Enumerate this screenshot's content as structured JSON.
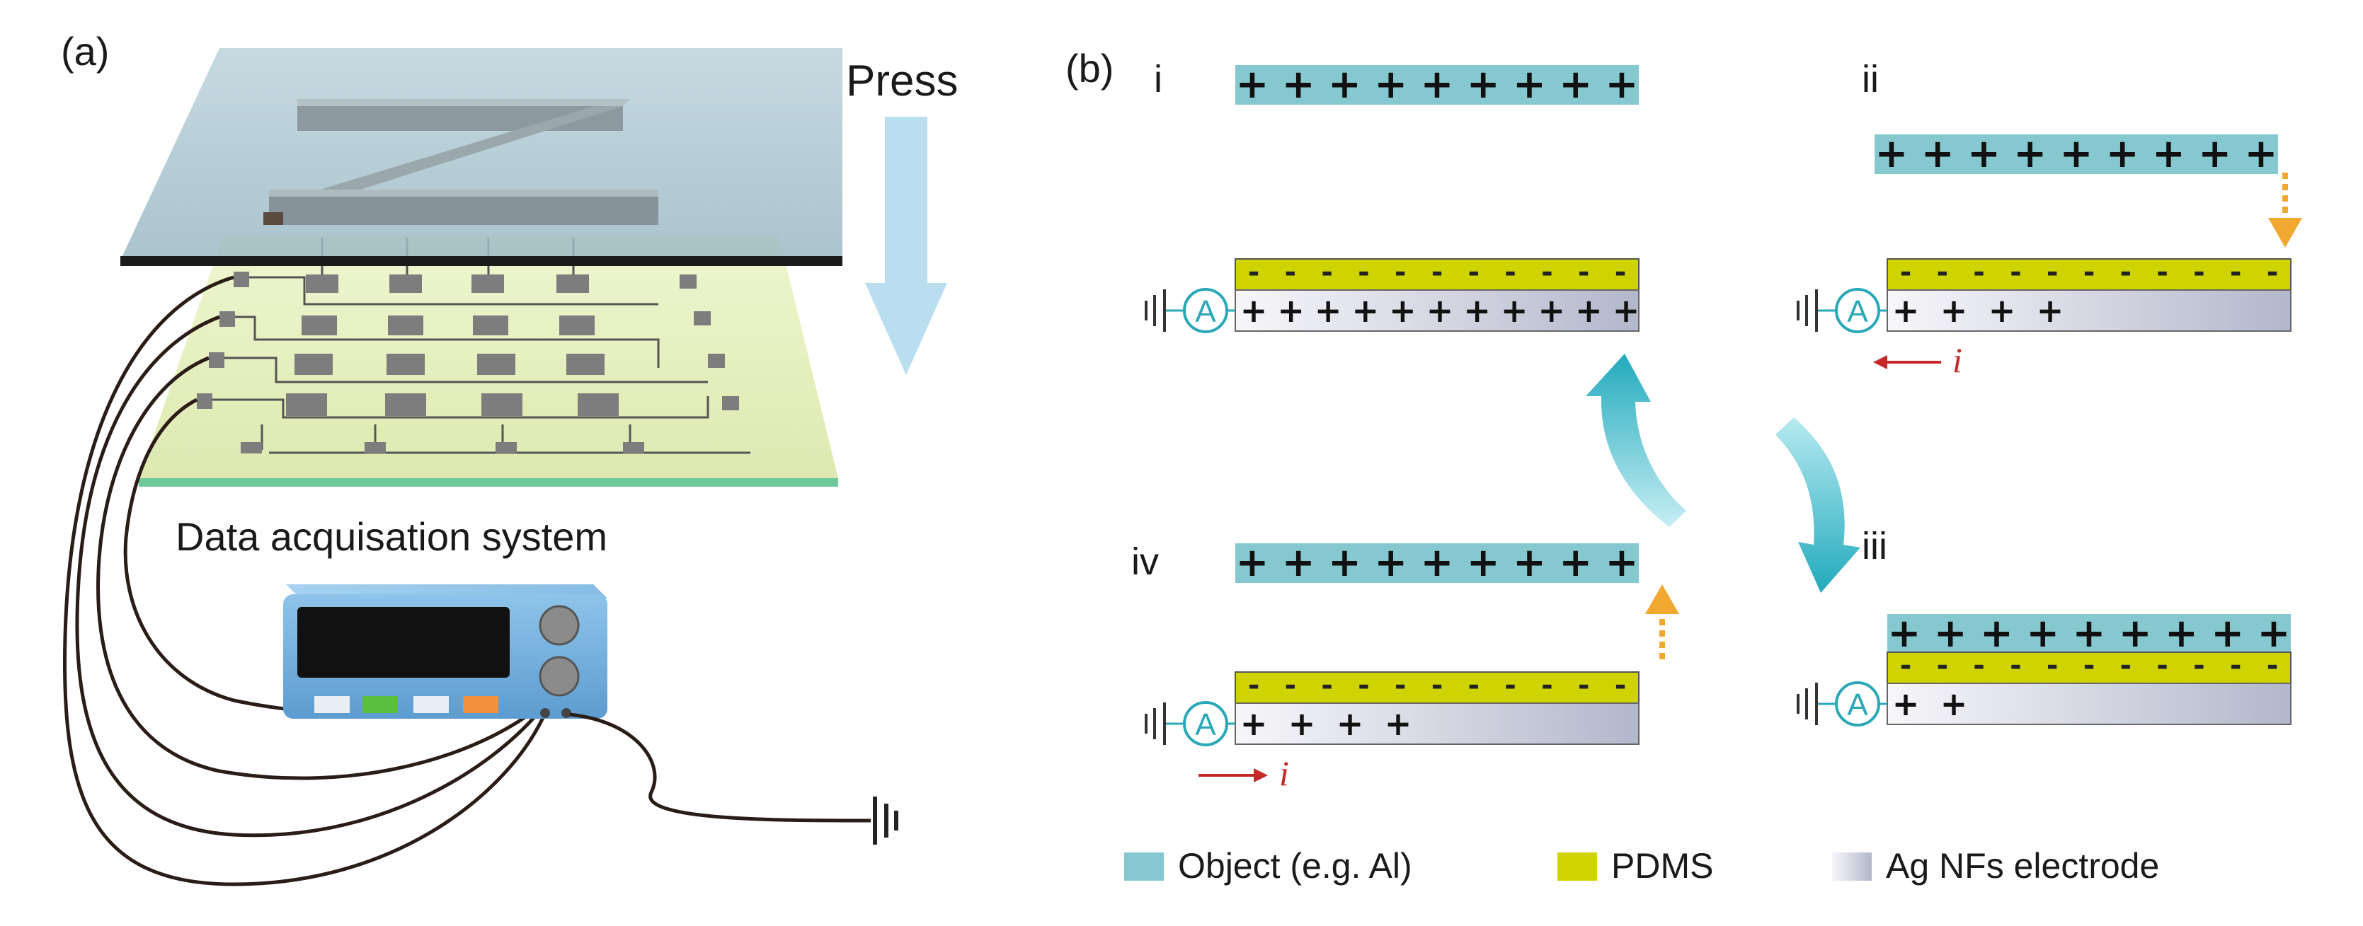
{
  "panel_a": {
    "label": "(a)",
    "press_label": "Press",
    "daq_label": "Data acquisation system"
  },
  "panel_b": {
    "label": "(b)",
    "stages": [
      {
        "id": "i",
        "label": "i",
        "object_charges": [
          "+",
          "+",
          "+",
          "+",
          "+",
          "+",
          "+",
          "+",
          "+"
        ],
        "pdms_charges": [
          "-",
          "-",
          "-",
          "-",
          "-",
          "-",
          "-",
          "-",
          "-",
          "-",
          "-"
        ],
        "electrode_charges": [
          "+",
          "+",
          "+",
          "+",
          "+",
          "+",
          "+",
          "+",
          "+",
          "+",
          "+"
        ],
        "meter": "A",
        "current": ""
      },
      {
        "id": "ii",
        "label": "ii",
        "object_charges": [
          "+",
          "+",
          "+",
          "+",
          "+",
          "+",
          "+",
          "+",
          "+"
        ],
        "pdms_charges": [
          "-",
          "-",
          "-",
          "-",
          "-",
          "-",
          "-",
          "-",
          "-",
          "-",
          "-"
        ],
        "electrode_charges": [
          "+",
          "+",
          "+",
          "+"
        ],
        "meter": "A",
        "current": "i"
      },
      {
        "id": "iii",
        "label": "iii",
        "object_charges": [
          "+",
          "+",
          "+",
          "+",
          "+",
          "+",
          "+",
          "+",
          "+"
        ],
        "pdms_charges": [
          "-",
          "-",
          "-",
          "-",
          "-",
          "-",
          "-",
          "-",
          "-",
          "-",
          "-"
        ],
        "electrode_charges": [
          "+",
          "+"
        ],
        "meter": "A",
        "current": ""
      },
      {
        "id": "iv",
        "label": "iv",
        "object_charges": [
          "+",
          "+",
          "+",
          "+",
          "+",
          "+",
          "+",
          "+",
          "+"
        ],
        "pdms_charges": [
          "-",
          "-",
          "-",
          "-",
          "-",
          "-",
          "-",
          "-",
          "-",
          "-",
          "-"
        ],
        "electrode_charges": [
          "+",
          "+",
          "+",
          "+"
        ],
        "meter": "A",
        "current": "i"
      }
    ],
    "legend": [
      {
        "label": "Object (e.g. Al)",
        "color": "#86c8d0"
      },
      {
        "label": "PDMS",
        "color": "#cfd400"
      },
      {
        "label": "Ag NFs electrode",
        "color": "#c4c8d8"
      }
    ]
  },
  "colors": {
    "object": "#86c8d0",
    "pdms": "#cfd400",
    "electrode_light": "#f4f4f8",
    "electrode_dark": "#b4b8cc",
    "arrow_cyan": "#2bb3c4",
    "arrow_orange": "#f0a830",
    "current_red": "#c62828",
    "press_arrow": "#b9def0"
  }
}
